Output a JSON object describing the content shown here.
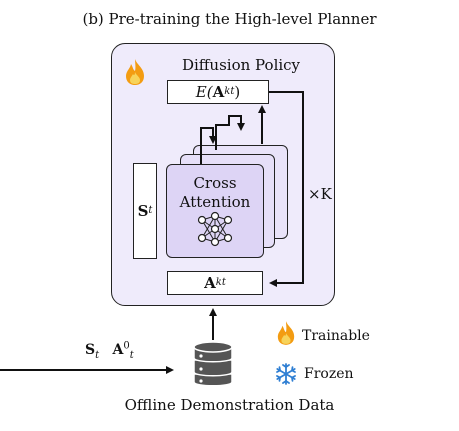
{
  "figure": {
    "title": "(b) Pre-training the High-level Planner",
    "panel_label": "Diffusion Policy",
    "top_box": {
      "prefix": "E(",
      "bold": "A",
      "sub": "t",
      "sup": "k",
      "suffix": ")"
    },
    "state_box": {
      "bold": "S",
      "sub": "t"
    },
    "bottom_box": {
      "bold": "A",
      "sub": "t",
      "sup": "k"
    },
    "cross_attention": {
      "line1": "Cross",
      "line2": "Attention"
    },
    "repeat_label": "×K",
    "input": {
      "s_bold": "S",
      "s_sub": "t",
      "a_bold": "A",
      "a_sub": "t",
      "a_sup": "0"
    },
    "legend": [
      {
        "icon": "flame-icon",
        "label": "Trainable"
      },
      {
        "icon": "snowflake-icon",
        "label": "Frozen"
      }
    ],
    "data_source_label": "Offline Demonstration Data"
  },
  "colors": {
    "panel_fill": "#efebfb",
    "card_fill": "#e6dff8",
    "card_front_fill": "#ddd4f5",
    "flame_outer": "#f39c12",
    "flame_inner": "#f7d35a",
    "snowflake": "#2f7fd3",
    "database": "#555555"
  }
}
